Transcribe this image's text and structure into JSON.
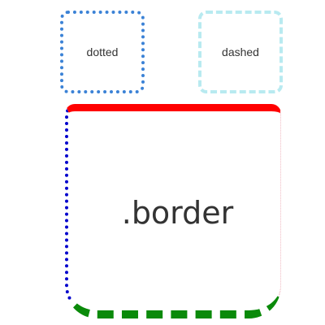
{
  "boxes": {
    "dotted": {
      "label": "dotted",
      "border_color": "#3b82d6",
      "border_style": "dotted"
    },
    "dashed": {
      "label": "dashed",
      "border_color": "#b8eaf0",
      "border_style": "dashed"
    }
  },
  "main_box": {
    "label": ".border",
    "top_color": "#ff0000",
    "right_color": "#f0b8c0",
    "bottom_color": "#0a8a0a",
    "left_color": "#0000cc"
  }
}
